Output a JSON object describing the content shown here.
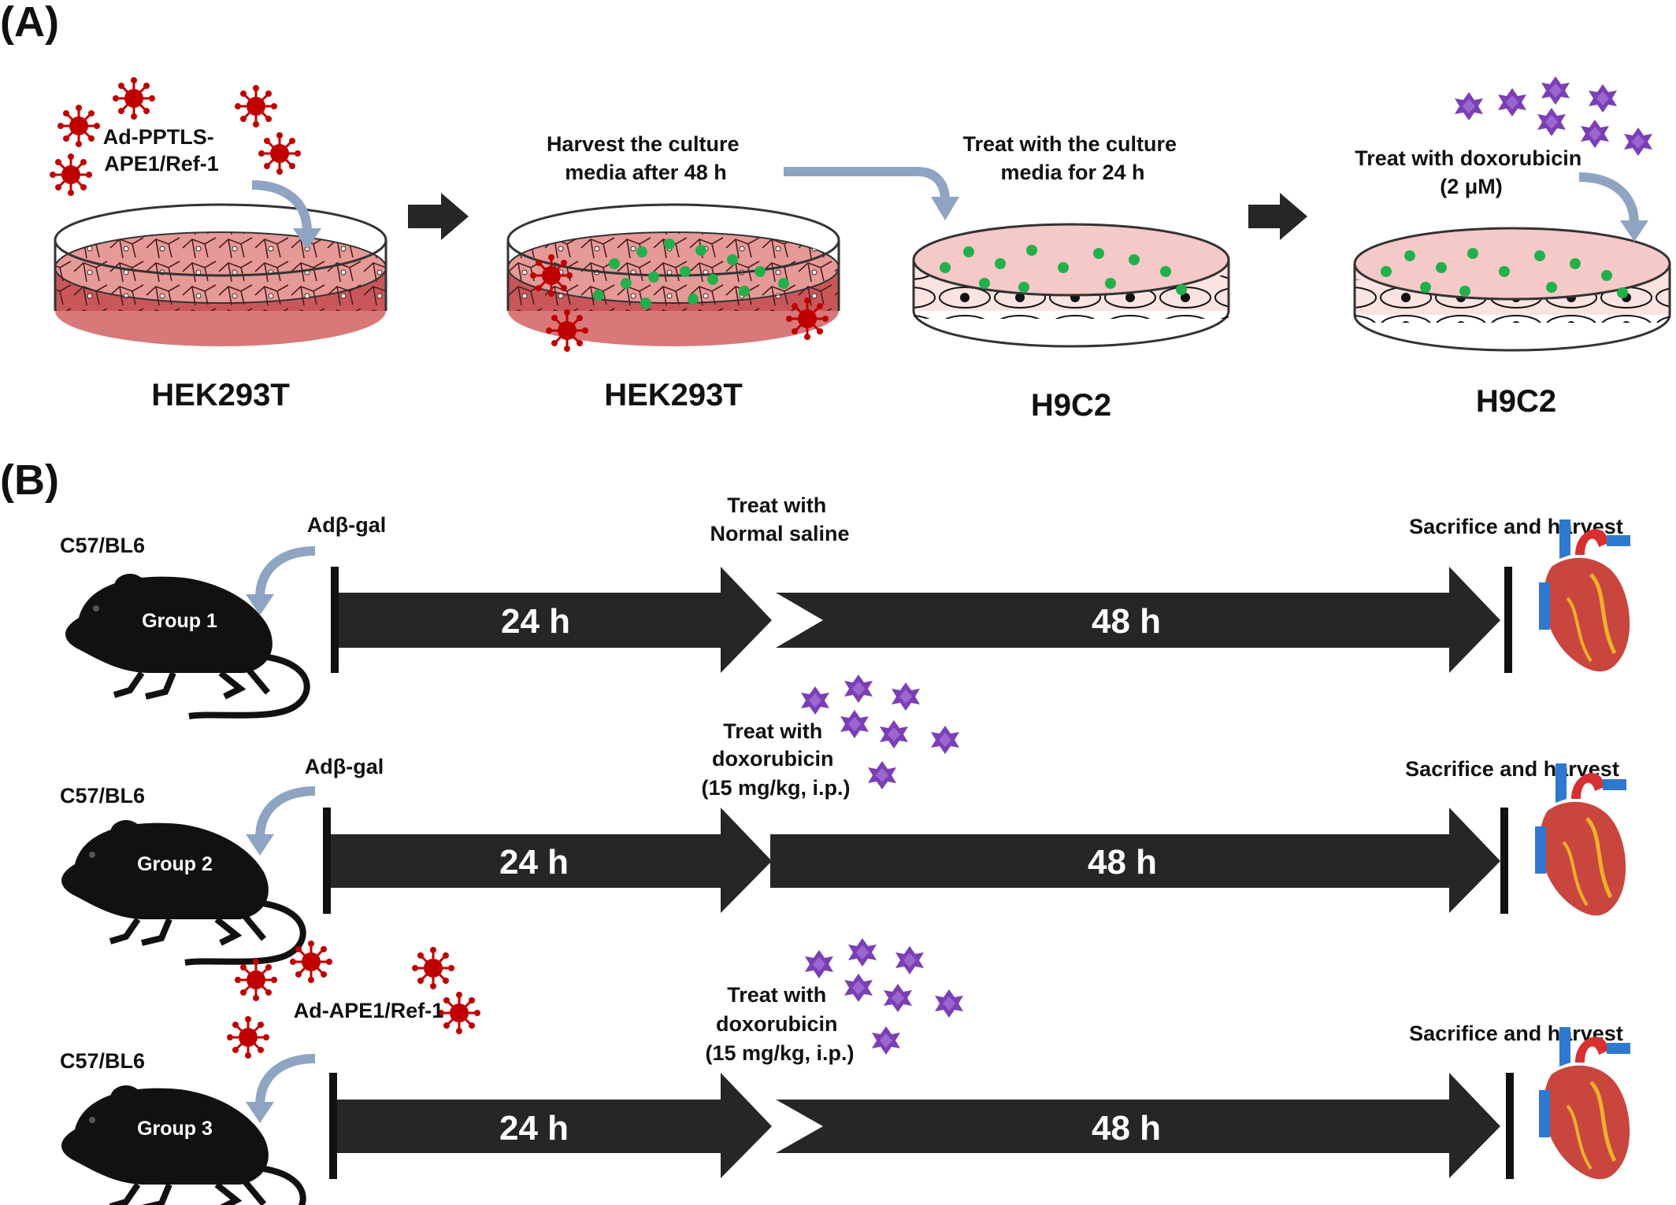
{
  "panel_a": {
    "label": "(A)",
    "step1": {
      "caption": [
        "Ad-PPTLS-",
        "APE1/Ref-1"
      ],
      "cell_line": "HEK293T"
    },
    "step2": {
      "caption": [
        "Harvest the culture",
        "media after 48 h"
      ],
      "cell_line": "HEK293T"
    },
    "step3": {
      "caption": [
        "Treat with the culture",
        "media for 24 h"
      ],
      "cell_line": "H9C2"
    },
    "step4": {
      "caption": [
        "Treat with doxorubicin",
        "(2 μM)"
      ],
      "cell_line": "H9C2"
    }
  },
  "panel_b": {
    "label": "(B)",
    "strain": "C57/BL6",
    "sacrifice": "Sacrifice and harvest",
    "rows": [
      {
        "group": "Group 1",
        "virus": "Adβ-gal",
        "treatment": [
          "Treat with",
          "Normal saline"
        ],
        "time1": "24 h",
        "time2": "48 h"
      },
      {
        "group": "Group 2",
        "virus": "Adβ-gal",
        "treatment": [
          "Treat with",
          "doxorubicin",
          "(15 mg/kg, i.p.)"
        ],
        "time1": "24 h",
        "time2": "48 h"
      },
      {
        "group": "Group 3",
        "virus": "Ad-APE1/Ref-1",
        "treatment": [
          "Treat with",
          "doxorubicin",
          "(15 mg/kg, i.p.)"
        ],
        "time1": "24 h",
        "time2": "48 h"
      }
    ]
  },
  "colors": {
    "virus": "#c00000",
    "drug": "#7b3fb5",
    "exosome": "#22b04b",
    "arrow": "#262626",
    "curved_arrow": "#8ea4c2",
    "dish_medium_red": "#c9575a",
    "dish_medium_pink": "#f4c9c7"
  }
}
